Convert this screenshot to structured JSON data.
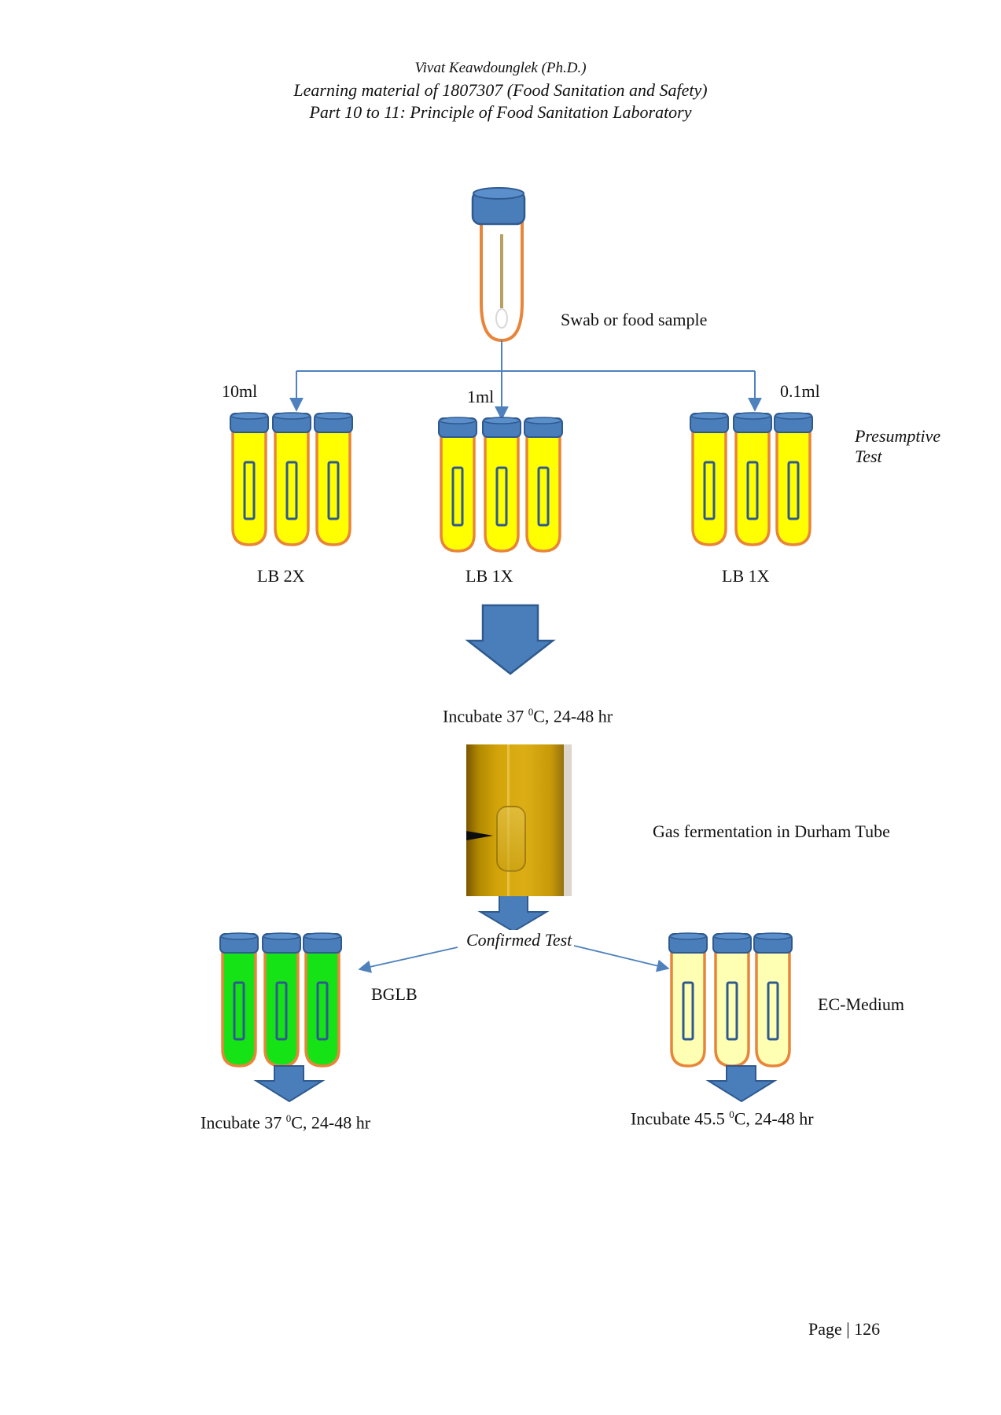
{
  "header": {
    "author": "Vivat Keawdounglek (Ph.D.)",
    "course": "Learning material of 1807307 (Food Sanitation and Safety)",
    "part": "Part 10 to 11: Principle of Food Sanitation Laboratory"
  },
  "diagram": {
    "sample_label": "Swab or food sample",
    "volumes": [
      "10ml",
      "1ml",
      "0.1ml"
    ],
    "presumptive": [
      "Presumptive",
      "Test"
    ],
    "media": [
      "LB 2X",
      "LB 1X",
      "LB 1X"
    ],
    "incubate_presumptive": {
      "prefix": "Incubate 37 ",
      "sup": "0",
      "suffix": "C, 24-48 hr"
    },
    "photo_caption": "Gas fermentation in Durham Tube",
    "confirmed_label": "Confirmed Test",
    "bglb_label": "BGLB",
    "ec_label": "EC-Medium",
    "incubate_bglb": {
      "prefix": "Incubate 37 ",
      "sup": "0",
      "suffix": "C, 24-48 hr"
    },
    "incubate_ec": {
      "prefix": "Incubate 45.5 ",
      "sup": "0",
      "suffix": "C, 24-48 hr"
    }
  },
  "colors": {
    "cap": "#4a7ebb",
    "cap_stroke": "#2f5a8f",
    "tube_outline": "#e8853a",
    "lb_medium": "#ffff00",
    "bglb_medium": "#16e316",
    "ec_medium": "#ffffb3",
    "durham_stroke": "#2f5a8f",
    "arrow_fill": "#4a7ebb",
    "line": "#4f81bd"
  },
  "footer": {
    "page_label": "Page | 126"
  }
}
